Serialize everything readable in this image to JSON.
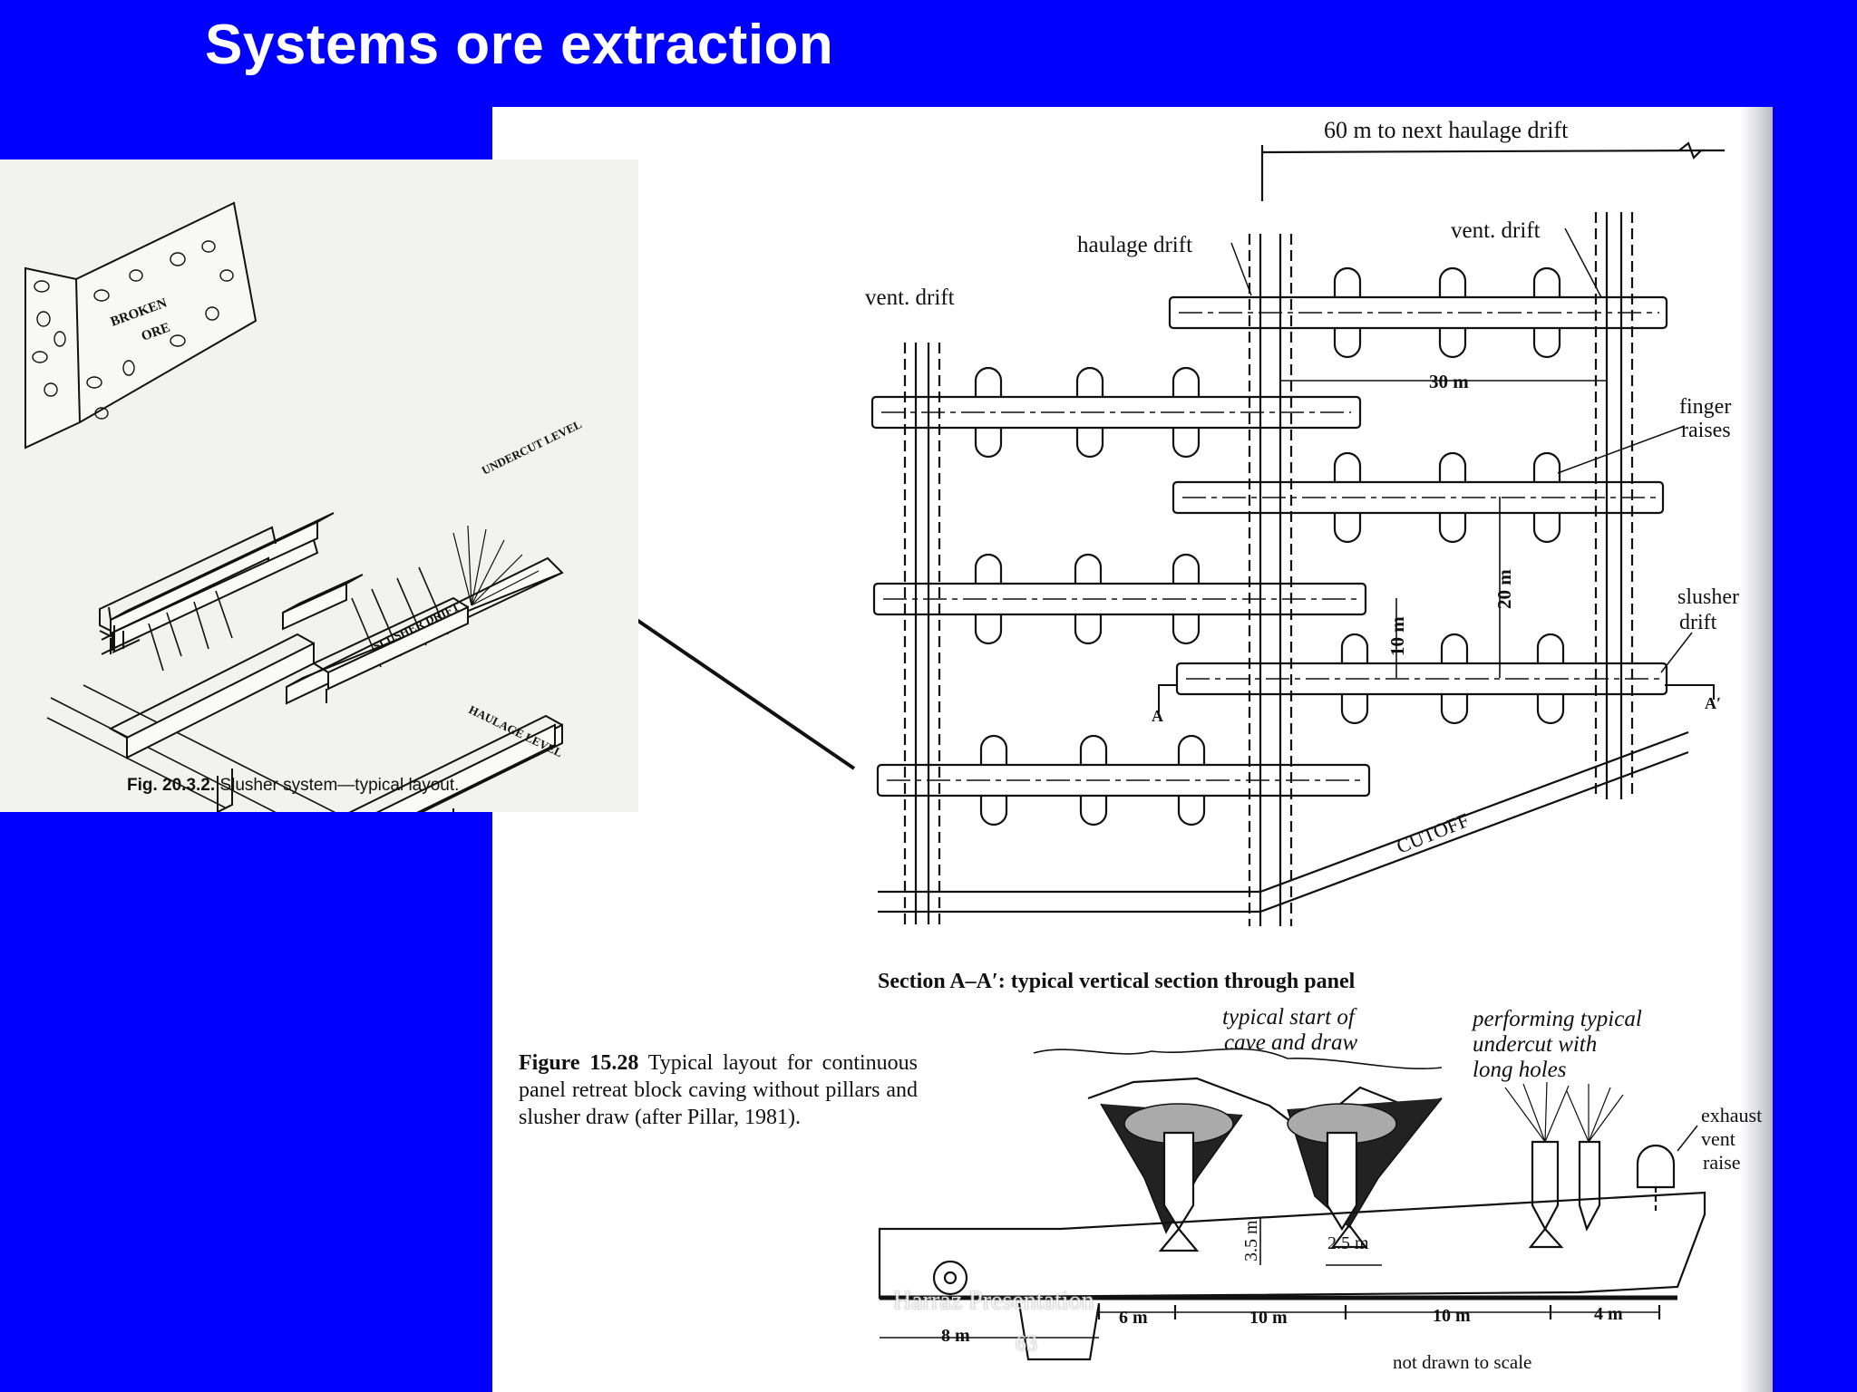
{
  "slide": {
    "title": "Systems ore extraction",
    "footer_text": "Harraz Presentation",
    "page_number": "63"
  },
  "left_figure": {
    "labels": {
      "broken": "BROKEN",
      "ore": "ORE",
      "undercut_level": "UNDERCUT LEVEL",
      "slusher_drift": "SLUSHER DRIFT",
      "haulage_level": "HAULAGE LEVEL"
    },
    "caption_number": "Fig. 20.3.2.",
    "caption_text": "Slusher system—typical layout."
  },
  "plan_view": {
    "labels": {
      "next_haulage": "60 m to next haulage drift",
      "haulage_drift": "haulage drift",
      "vent_drift_right": "vent. drift",
      "vent_drift_left": "vent. drift",
      "dim_30m": "30 m",
      "finger_raises_1": "finger",
      "finger_raises_2": "raises",
      "dim_20m": "20 m",
      "dim_10m": "10 m",
      "slusher_drift_1": "slusher",
      "slusher_drift_2": "drift",
      "section_a": "A",
      "section_a_prime": "A′",
      "cutoff": "CUTOFF"
    }
  },
  "section_view": {
    "heading": "Section A–A′:  typical vertical section through panel",
    "labels": {
      "start_cave_1": "typical start of",
      "start_cave_2": "cave and draw",
      "undercut_1": "performing typical",
      "undercut_2": "undercut with",
      "undercut_3": "long holes",
      "exhaust_1": "exhaust",
      "exhaust_2": "vent",
      "exhaust_3": "raise",
      "dim_35m": "3.5 m",
      "dim_25m": "2.5 m",
      "dim_6m": "6 m",
      "dim_10m_a": "10 m",
      "dim_10m_b": "10 m",
      "dim_4m": "4 m",
      "dim_8m": "8 m",
      "not_to_scale": "not drawn to scale"
    }
  },
  "figure_caption": {
    "number": "Figure 15.28",
    "text": "Typical layout for continuous panel retreat block caving without pillars and slusher draw (after Pillar, 1981)."
  }
}
